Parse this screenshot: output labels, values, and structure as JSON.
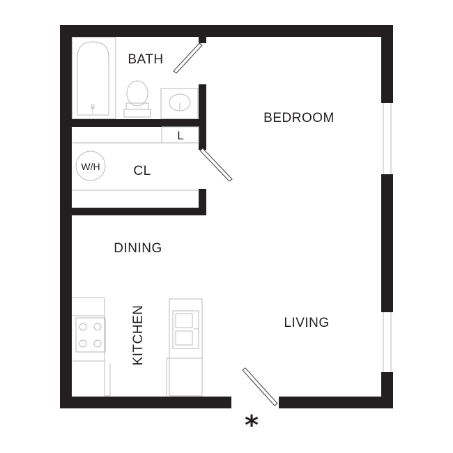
{
  "floorplan": {
    "rooms": {
      "bath": "BATH",
      "bedroom": "BEDROOM",
      "closet": "CL",
      "linen": "L",
      "dining": "DINING",
      "kitchen": "KITCHEN",
      "living": "LIVING"
    },
    "appliances": {
      "water_heater": "W/H"
    },
    "entry_marker": "*"
  },
  "colors": {
    "wall": "#231f20",
    "line": "#b9b9b9",
    "text": "#231f20"
  }
}
